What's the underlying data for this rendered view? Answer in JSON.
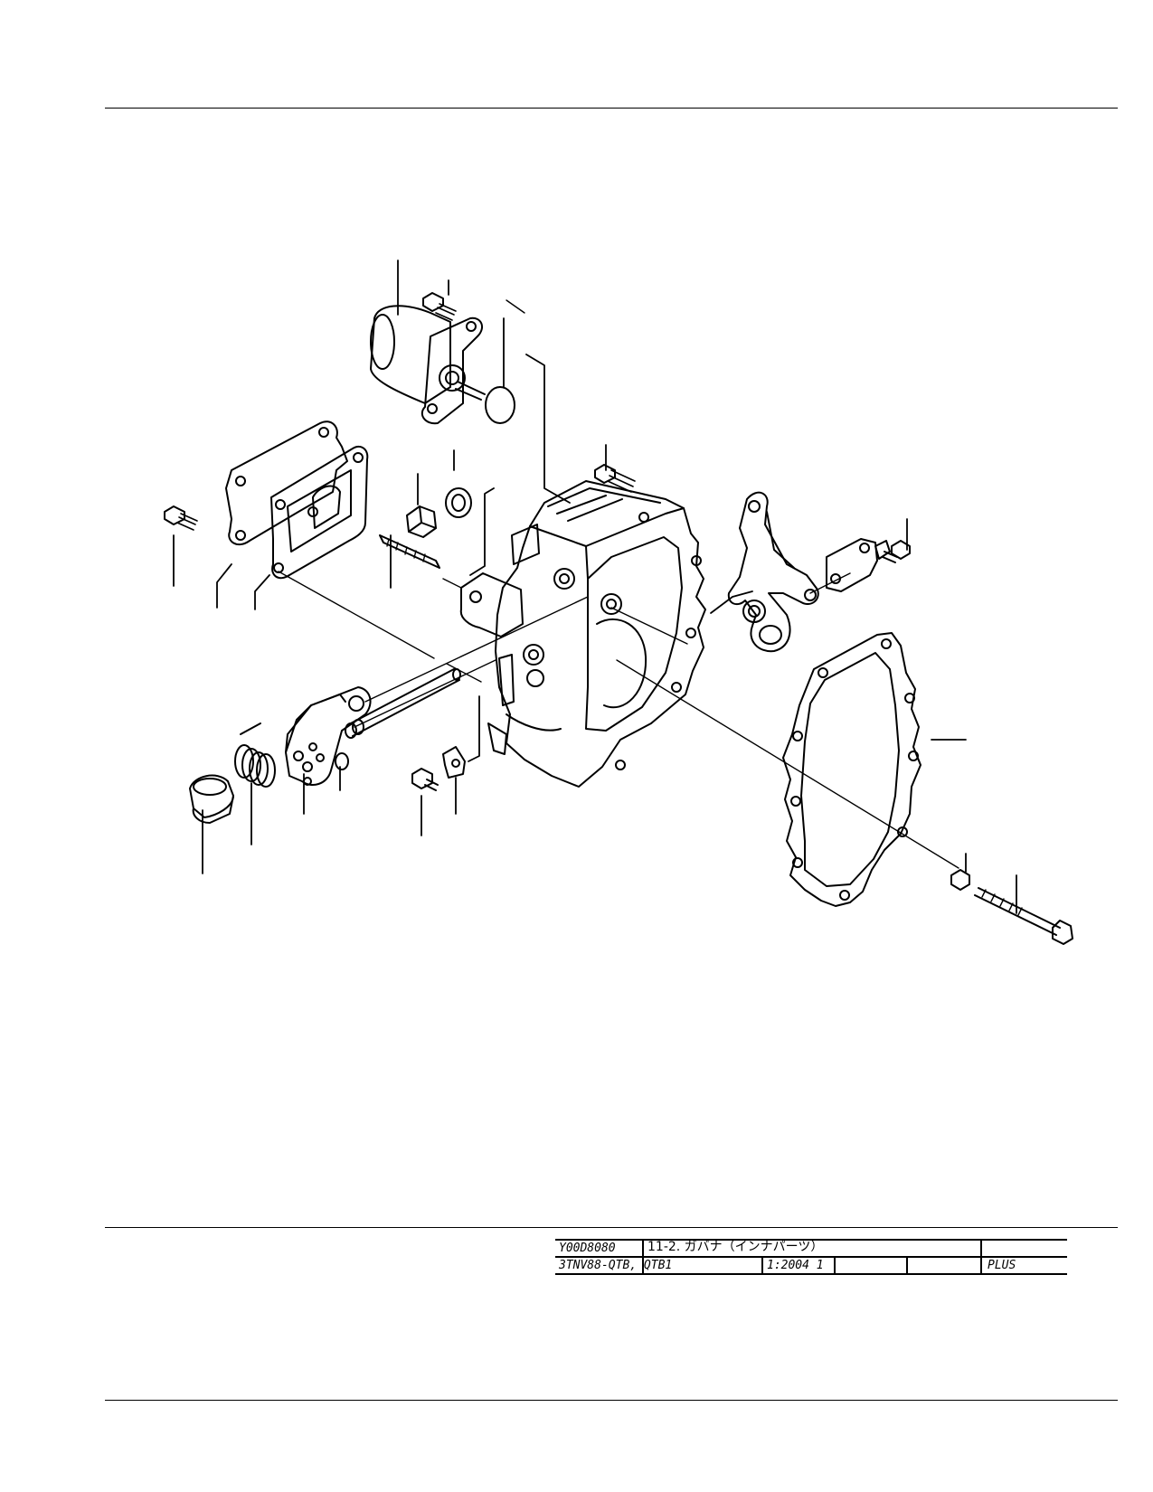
{
  "title_block": {
    "drawing_no": "Y00D8080",
    "title": "11-2. ガバナ（インナパーツ）",
    "model": "3TNV88-QTB, QTB1",
    "date": "1:2004 1",
    "catalog": "PLUS"
  },
  "colors": {
    "ink": "#000000",
    "paper": "#ffffff"
  }
}
